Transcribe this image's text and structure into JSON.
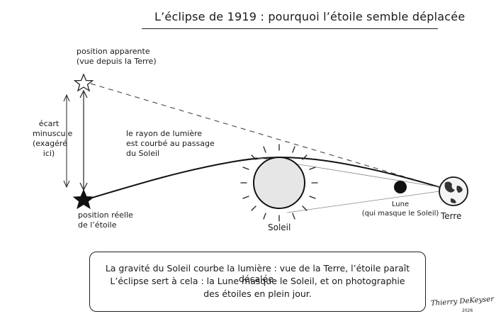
{
  "title": "L’éclipse de 1919 : pourquoi l’étoile semble déplacée",
  "labels": {
    "apparent_position": [
      "position apparente",
      "(vue depuis la Terre)"
    ],
    "real_position": [
      "position réelle",
      "de l’étoile"
    ],
    "gap": [
      "écart",
      "minuscule",
      "(exagéré",
      "ici)"
    ],
    "light_ray": [
      "le rayon de lumière",
      "est courbé au passage",
      "du Soleil"
    ],
    "sun": "Soleil",
    "moon": [
      "Lune",
      "(qui masque le Soleil)"
    ],
    "earth": "Terre"
  },
  "caption": [
    "La gravité du Soleil courbe la lumière : vue de la Terre, l’étoile paraît décalée.",
    "L’éclipse sert à cela : la Lune masque le Soleil, et on photographie",
    "des étoiles en plein jour."
  ],
  "signature": {
    "name": "Thierry DeKeyser",
    "year": "2026"
  },
  "colors": {
    "ink": "#1a1a1a",
    "sun_fill": "#e6e6e6",
    "earth_fill": "#f4f4f4"
  }
}
